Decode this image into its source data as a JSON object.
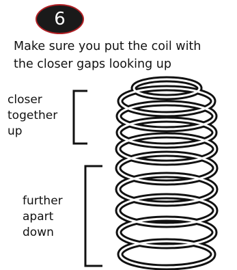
{
  "step": {
    "number": "6",
    "badge_fill": "#1a1a1a",
    "badge_border": "#b01f24"
  },
  "instruction": {
    "line1": "Make sure you put the coil with",
    "line2": "the closer gaps looking up"
  },
  "labels": {
    "top": [
      "closer",
      "together",
      "up"
    ],
    "bottom": [
      "further",
      "apart",
      "down"
    ]
  },
  "diagram": {
    "subject": "coil-spring",
    "orientation": "closer-gaps-up"
  }
}
